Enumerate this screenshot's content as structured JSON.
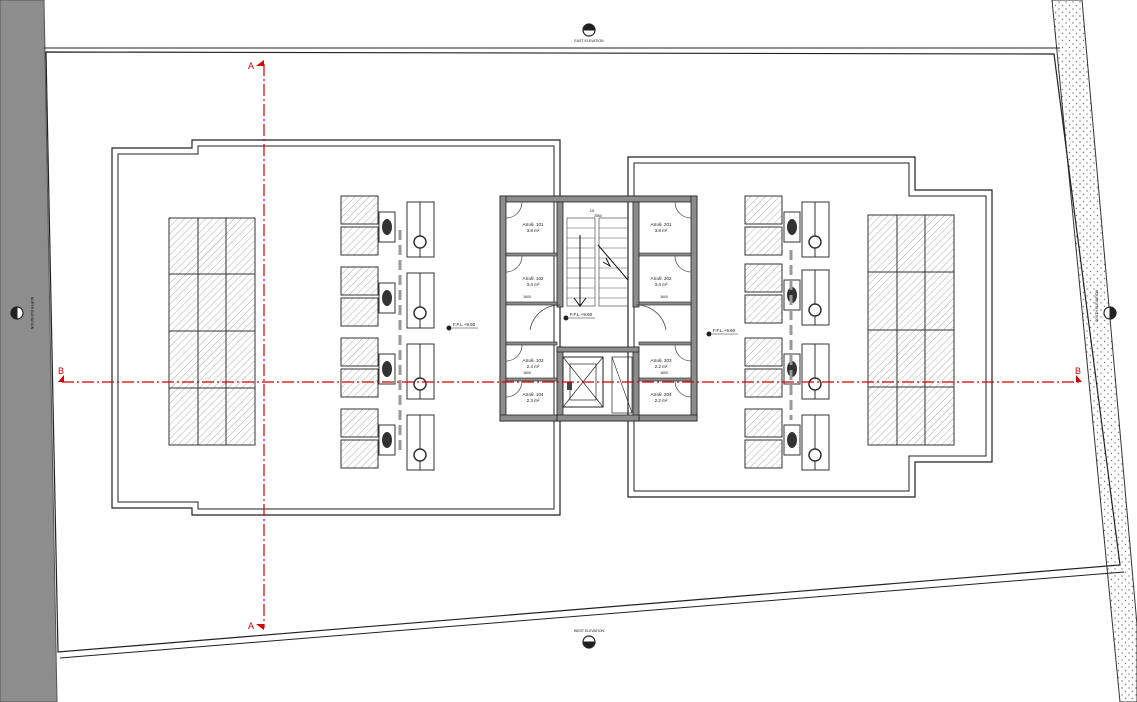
{
  "labels": {
    "elev_top": "EAST ELEVATION",
    "elev_bottom": "WEST ELEVATION",
    "elev_left": "NORTH ELEVATION",
    "elev_right": "SOUTH ELEVATION",
    "section_a": "A",
    "section_b": "B",
    "ffl_left": "F.F.L.+9.60",
    "ffl_center": "F.F.L.+9.60",
    "ffl_right": "F.F.L.+9.60",
    "stair_steps": "10",
    "stair_width": "2850"
  },
  "rooms": [
    {
      "name": "Αποθ. 101",
      "area": "3.8 m²"
    },
    {
      "name": "Αποθ. 102",
      "area": "3.4 m²"
    },
    {
      "name": "Αποθ. 103",
      "area": "2.4 m²"
    },
    {
      "name": "Αποθ. 104",
      "area": "2.3 m²"
    },
    {
      "name": "Αποθ. 201",
      "area": "3.8 m²"
    },
    {
      "name": "Αποθ. 202",
      "area": "3.4 m²"
    },
    {
      "name": "Αποθ. 203",
      "area": "2.2 m²"
    },
    {
      "name": "Αποθ. 204",
      "area": "2.2 m²"
    }
  ],
  "dims": {
    "d1": "1600",
    "d2": "1600",
    "d3": "1600",
    "d4": "1600"
  },
  "colors": {
    "line": "#1a1a1a",
    "section": "#d40000",
    "wall_fill": "#8c8c8c",
    "hatch": "#999999"
  }
}
